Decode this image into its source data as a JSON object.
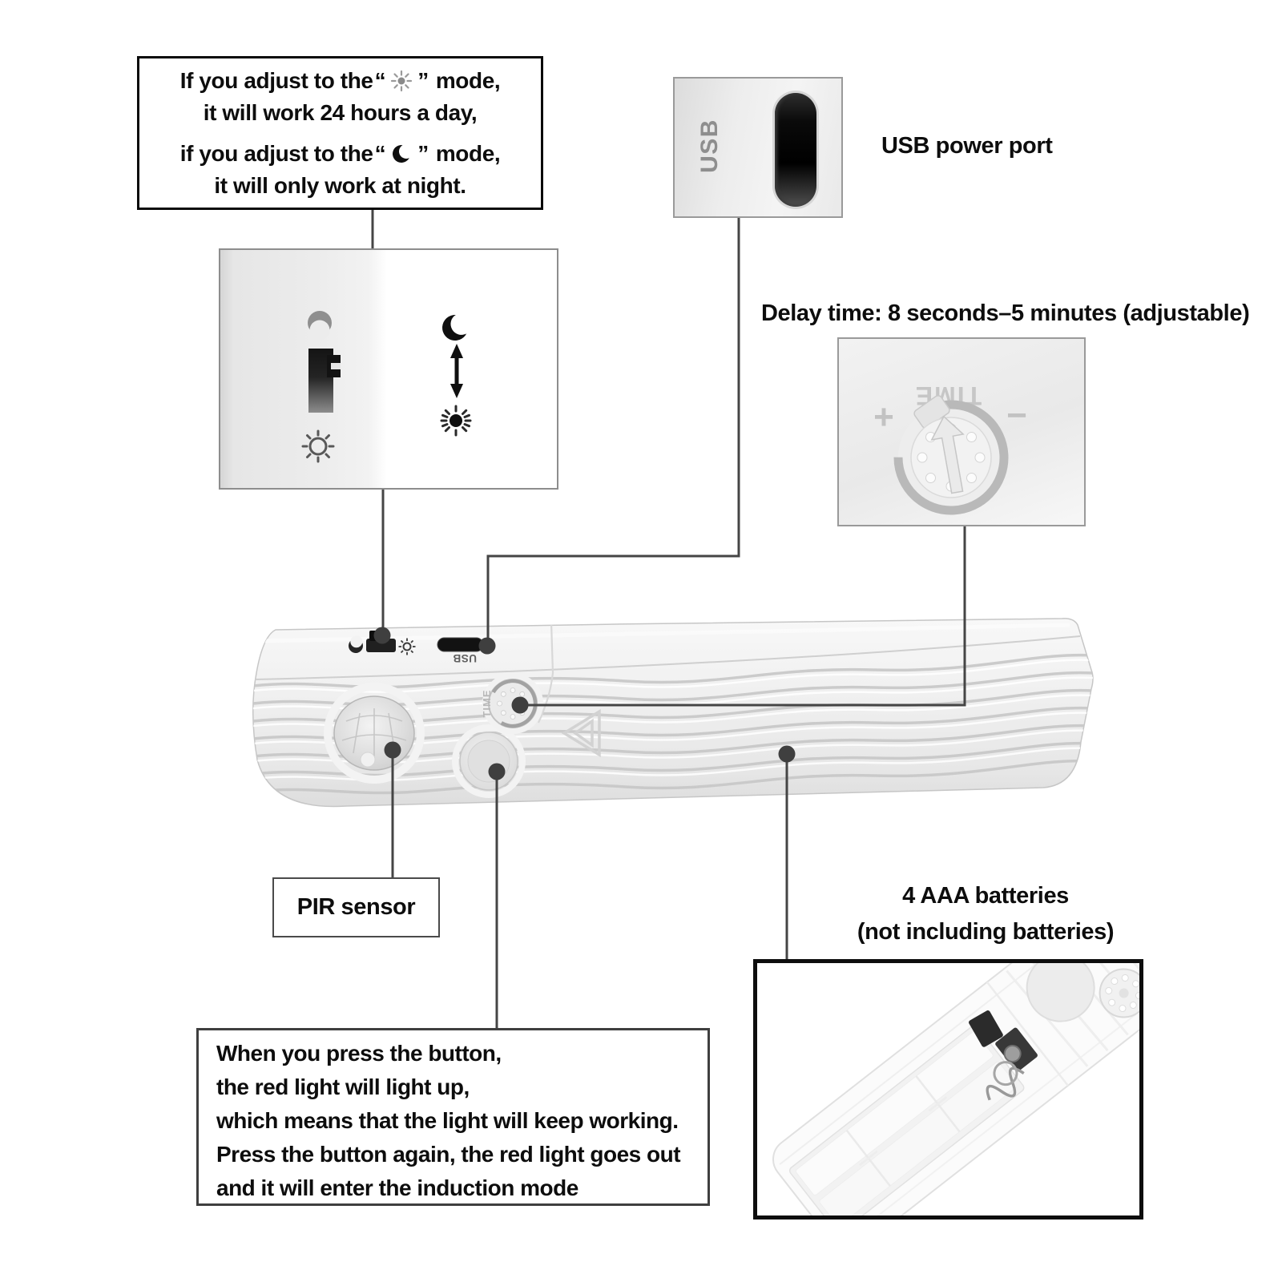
{
  "top_note": {
    "l1_pre": "If you adjust to the",
    "quote_open": "“",
    "quote_close": "”",
    "l1_post": "mode,",
    "l2": "it will work 24 hours a day,",
    "l3_pre": "if you adjust to the",
    "l3_post": "mode,",
    "l4": "it will only work at night."
  },
  "usb_callout": {
    "label": "USB power port",
    "marking": "USB"
  },
  "delay_callout": {
    "label": "Delay time: 8 seconds–5 minutes (adjustable)",
    "marking": "TIME",
    "plus": "+",
    "minus": "−"
  },
  "device": {
    "usb_marking": "USB",
    "time_marking": "TIME"
  },
  "pir_callout": {
    "label": "PIR sensor"
  },
  "button_note": {
    "lines": [
      "When you press the button,",
      "the red light will light up,",
      "which means that the light will keep working.",
      "Press the button again, the red light goes out",
      "and it will enter the induction mode"
    ]
  },
  "battery_callout": {
    "line1": "4 AAA batteries",
    "line2": "(not including batteries)"
  },
  "icons": {
    "sun_glyph": "☀",
    "moon_glyph": "☾",
    "sun_outline_glyph": "☼",
    "updown_arrow_glyph": "↕"
  },
  "colors": {
    "callout_line": "#454545",
    "text": "#0d0d0d",
    "device_body": "#efefef",
    "groove": "#c7c7c7"
  }
}
